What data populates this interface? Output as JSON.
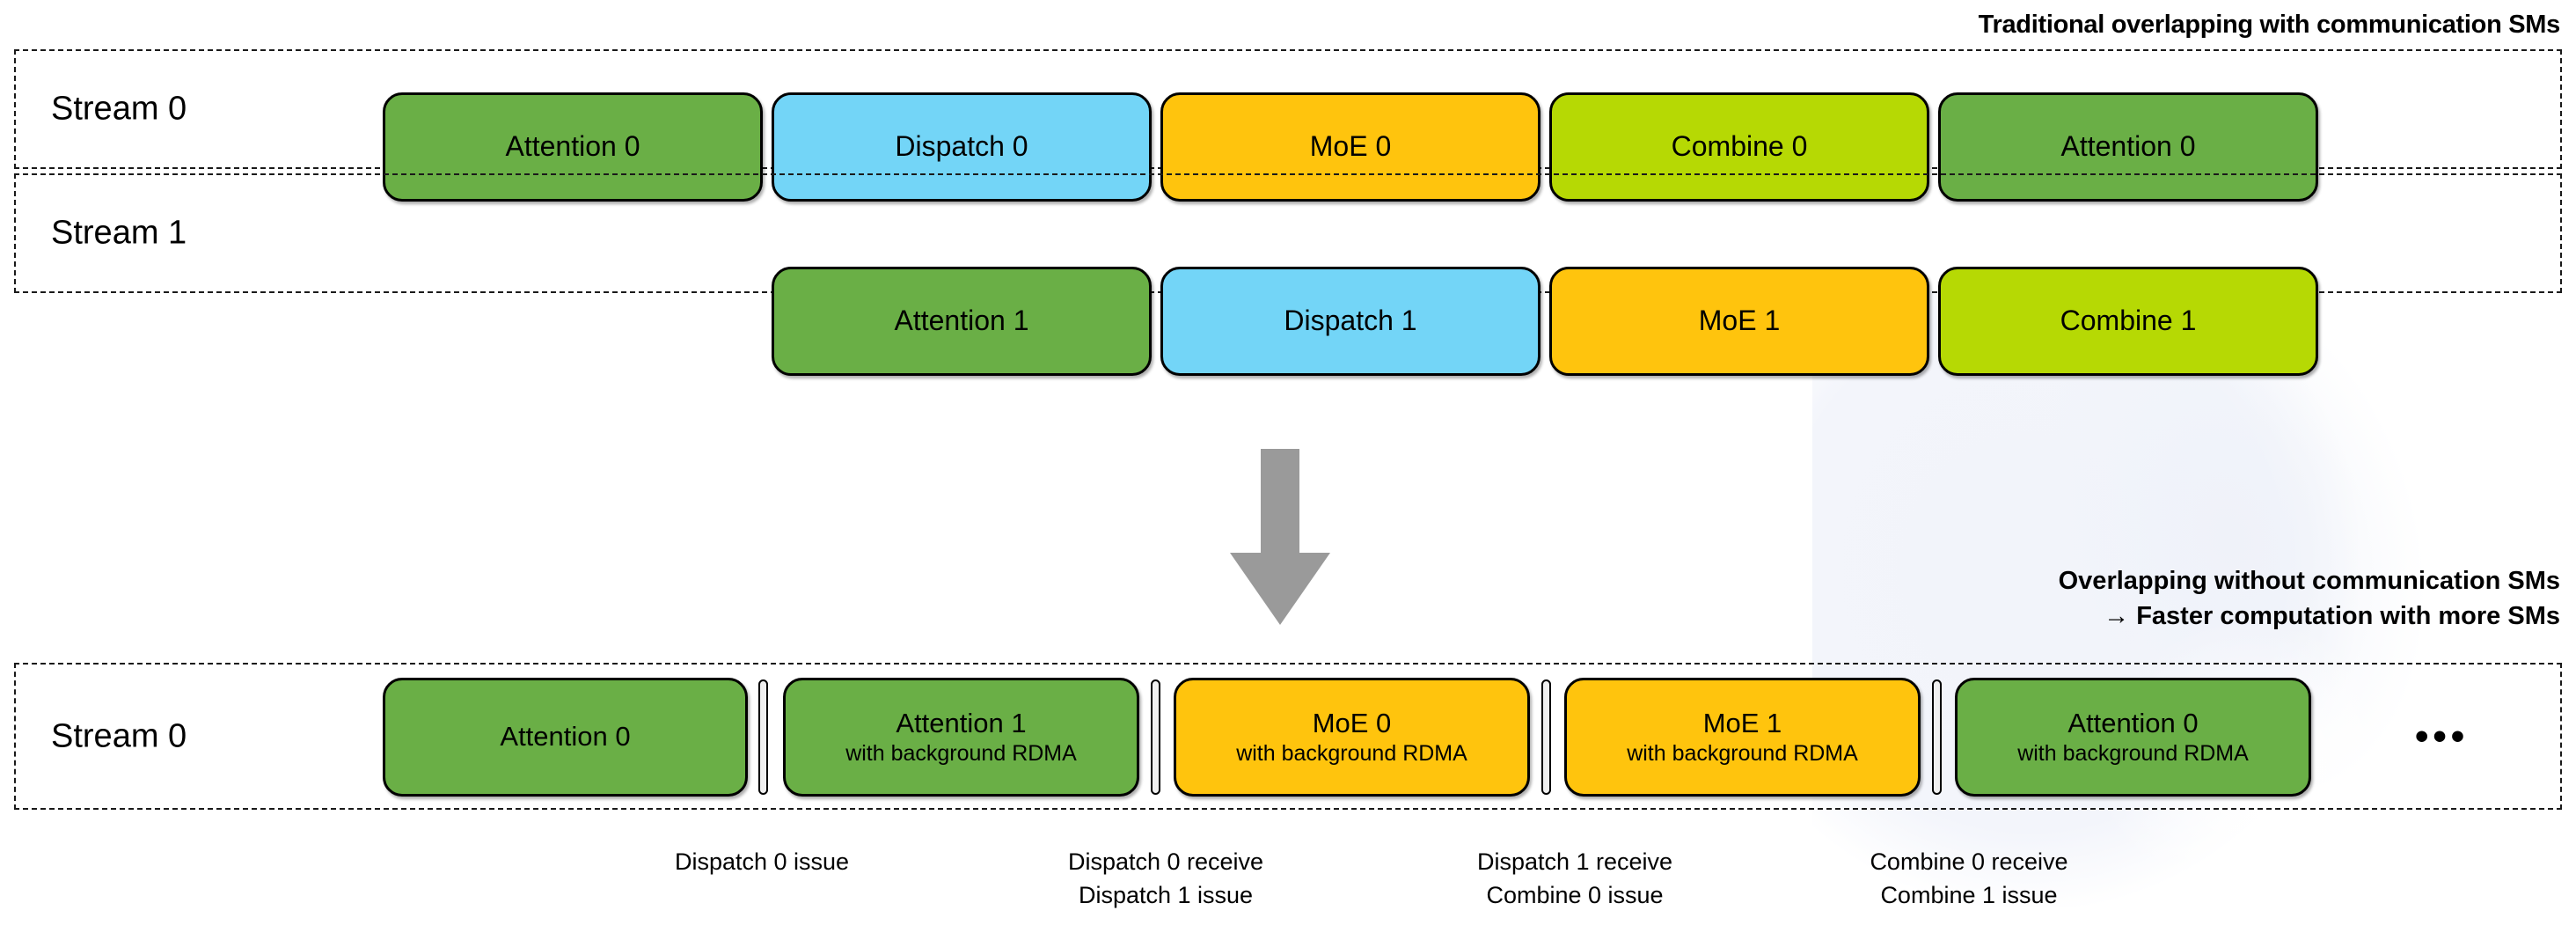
{
  "captions": {
    "top_right": "Traditional overlapping with communication SMs",
    "bottom_right_line1": "Overlapping without communication SMs",
    "bottom_right_line2": "→ Faster computation with more SMs"
  },
  "colors": {
    "attention": "#6aaf46",
    "dispatch": "#73d5f7",
    "moe": "#ffc40d",
    "combine": "#b6d904",
    "arrow": "#9a9a9a",
    "outline": "#000000",
    "background": "#ffffff"
  },
  "traditional": {
    "rows": [
      {
        "label": "Stream 0",
        "blocks": [
          {
            "title": "Attention 0",
            "kind": "attention"
          },
          {
            "title": "Dispatch 0",
            "kind": "dispatch"
          },
          {
            "title": "MoE 0",
            "kind": "moe"
          },
          {
            "title": "Combine 0",
            "kind": "combine"
          },
          {
            "title": "Attention 0",
            "kind": "attention"
          }
        ]
      },
      {
        "label": "Stream 1",
        "blocks": [
          {
            "title": "Attention 1",
            "kind": "attention"
          },
          {
            "title": "Dispatch 1",
            "kind": "dispatch"
          },
          {
            "title": "MoE 1",
            "kind": "moe"
          },
          {
            "title": "Combine 1",
            "kind": "combine"
          }
        ]
      }
    ]
  },
  "optimized": {
    "row_label": "Stream 0",
    "blocks": [
      {
        "title": "Attention 0",
        "subtitle": "",
        "kind": "attention"
      },
      {
        "title": "Attention 1",
        "subtitle": "with background RDMA",
        "kind": "attention"
      },
      {
        "title": "MoE 0",
        "subtitle": "with background RDMA",
        "kind": "moe"
      },
      {
        "title": "MoE 1",
        "subtitle": "with background RDMA",
        "kind": "moe"
      },
      {
        "title": "Attention 0",
        "subtitle": "with background RDMA",
        "kind": "attention"
      }
    ],
    "ellipsis": "•••",
    "events": [
      {
        "lines": [
          "Dispatch 0 issue"
        ]
      },
      {
        "lines": [
          "Dispatch 0 receive",
          "Dispatch 1 issue"
        ]
      },
      {
        "lines": [
          "Dispatch 1 receive",
          "Combine 0 issue"
        ]
      },
      {
        "lines": [
          "Combine 0 receive",
          "Combine 1 issue"
        ]
      }
    ]
  }
}
